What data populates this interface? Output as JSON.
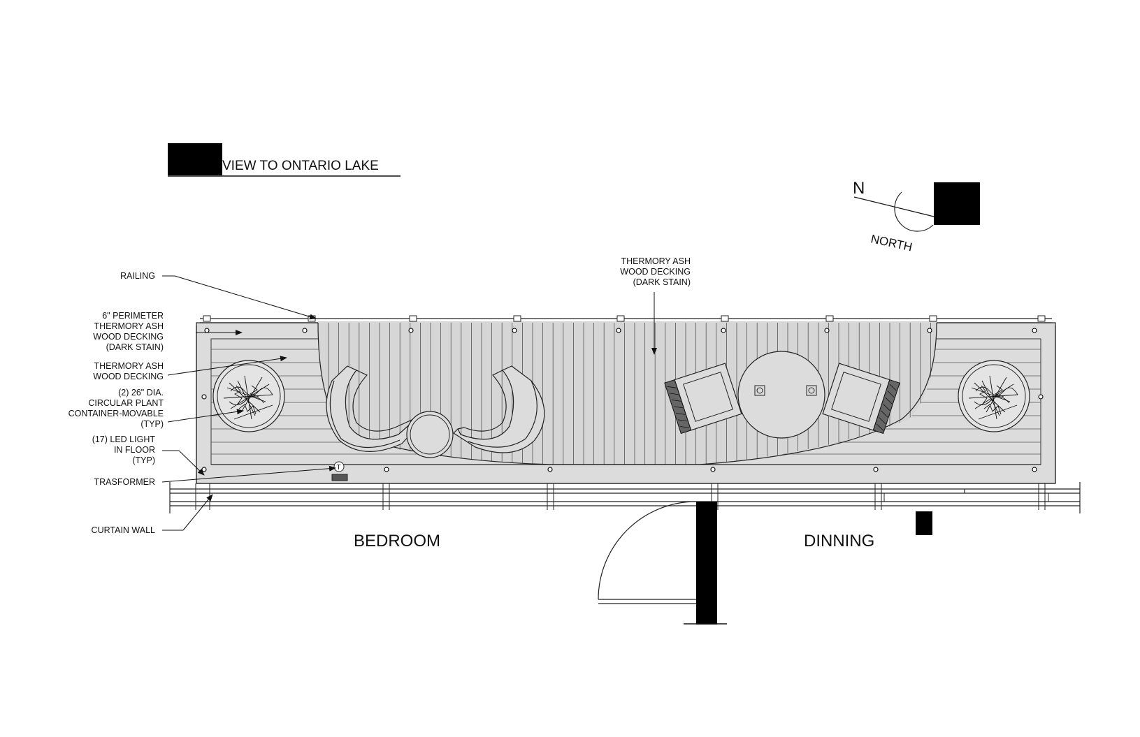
{
  "title": "VIEW TO ONTARIO LAKE",
  "north": {
    "letter": "N",
    "label": "NORTH"
  },
  "notes": {
    "center_decking": [
      "THERMORY ASH",
      "WOOD DECKING",
      "(DARK STAIN)"
    ],
    "railing": [
      "RAILING"
    ],
    "perimeter": [
      "6\" PERIMETER",
      "THERMORY ASH",
      "WOOD DECKING",
      "(DARK STAIN)"
    ],
    "decking": [
      "THERMORY ASH",
      "WOOD DECKING"
    ],
    "planter": [
      "(2) 26\" DIA.",
      "CIRCULAR  PLANT",
      "CONTAINER-MOVABLE",
      "(TYP)"
    ],
    "led": [
      "(17) LED LIGHT",
      "IN FLOOR",
      "(TYP)"
    ],
    "transformer": [
      "TRASFORMER"
    ],
    "curtain": [
      "CURTAIN WALL"
    ]
  },
  "rooms": {
    "left": "BEDROOM",
    "right": "DINNING"
  },
  "light_tag": "T",
  "colors": {
    "deck_fill": "#dcdcdc",
    "line": "#222222",
    "block": "#000000"
  }
}
